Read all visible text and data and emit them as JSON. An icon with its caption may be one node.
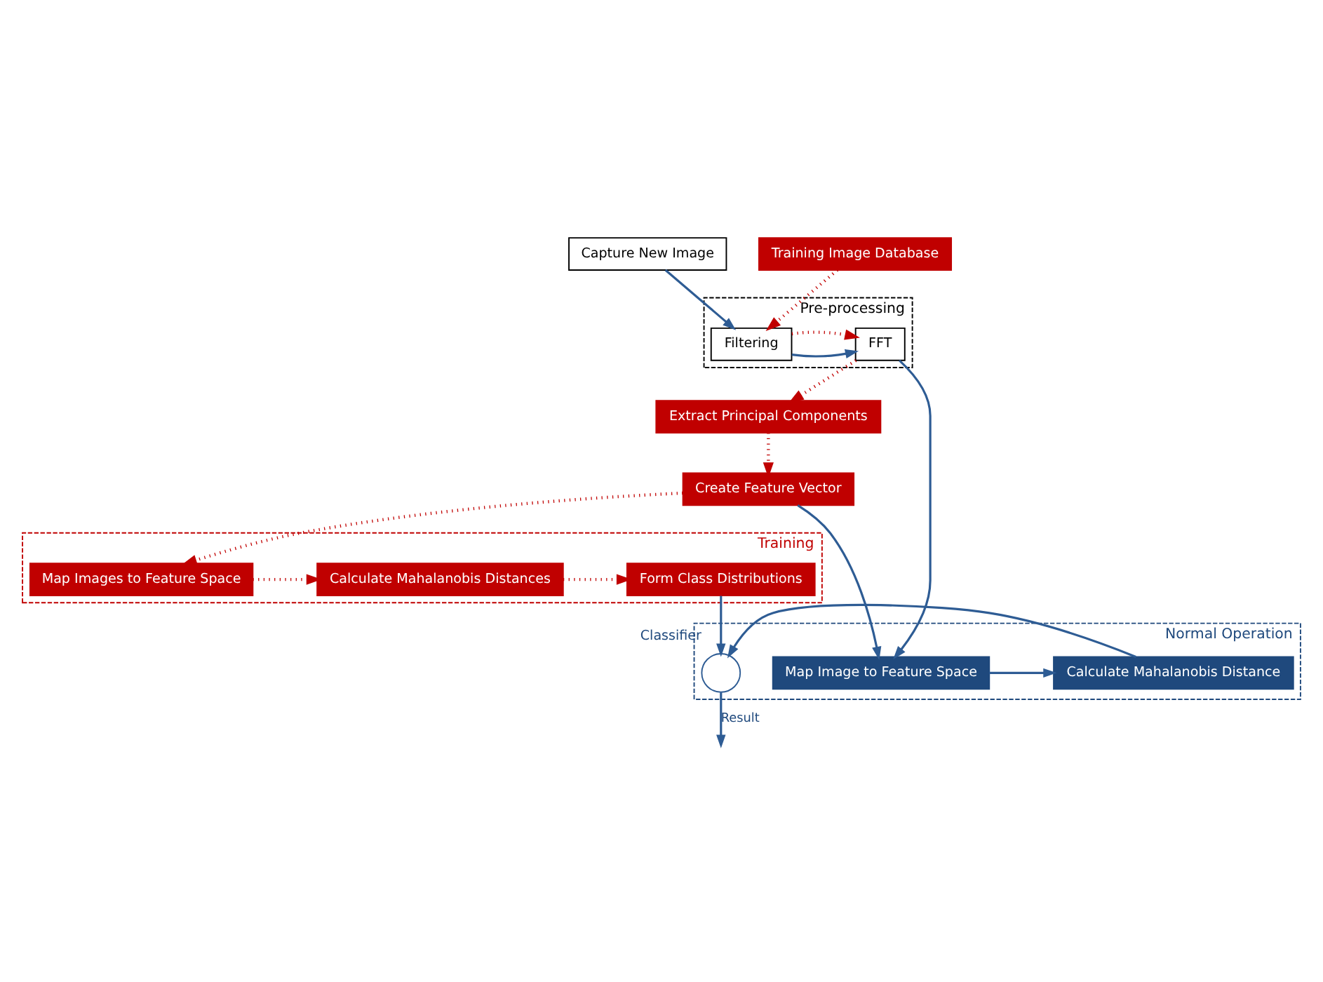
{
  "diagram": {
    "nodes": [
      {
        "text": [
          "Capture New Image"
        ]
      },
      {
        "text": [
          "Pre-processing"
        ]
      },
      {
        "text": [
          "Filtering"
        ],
        "in": 1
      },
      {
        "text": [
          "FFT"
        ],
        "in": 1
      },
      {
        "text": [
          "Training Image Database"
        ]
      },
      {
        "text": [
          "Extract Principal Components"
        ]
      },
      {
        "text": [
          "Training"
        ]
      },
      {
        "text": [
          "Form Class Distributions"
        ],
        "in": 6
      },
      {
        "text": [
          "Calculate Mahalanobis Distances"
        ],
        "in": 6
      },
      {
        "text": [
          "Map Images to Feature Space"
        ],
        "in": 6
      },
      {
        "text": [
          "Create Feature Vector"
        ]
      },
      {
        "text": [
          "Normal Operation"
        ]
      },
      {
        "text": [],
        "shape": "circle",
        "beside": [
          "Classifier"
        ],
        "in": 11
      },
      {
        "text": [
          "Calculate Mahalanobis Distance"
        ],
        "in": 11
      },
      {
        "text": [
          "Map Image to Feature Space"
        ],
        "in": 11
      }
    ],
    "edges": [
      {
        "from": 0,
        "to": 2,
        "arrow": "to"
      },
      {
        "from": 2,
        "to": 3,
        "arrow": "to"
      },
      {
        "from": 3,
        "to": 14,
        "arrow": "to"
      },
      {
        "from": 4,
        "to": 2,
        "arrow": "to",
        "style": "dashed",
        "color": "#c00000"
      },
      {
        "from": 2,
        "to": 3,
        "arrow": "to",
        "style": "dashed",
        "color": "#c00000"
      },
      {
        "from": 3,
        "to": 5,
        "arrow": "to",
        "style": "dashed",
        "color": "#c00000"
      },
      {
        "from": 5,
        "to": 10,
        "arrow": "to",
        "style": "dashed",
        "color": "#c00000"
      },
      {
        "from": 10,
        "to": 9,
        "arrow": "to",
        "style": "dashed",
        "color": "#c00000"
      },
      {
        "from": 9,
        "to": 8,
        "arrow": "to",
        "style": "dashed",
        "color": "#c00000"
      },
      {
        "from": 8,
        "to": 7,
        "arrow": "to",
        "style": "dashed",
        "color": "#c00000"
      },
      {
        "from": 7,
        "to": 12,
        "arrow": "to"
      },
      {
        "from": 10,
        "to": 14,
        "arrow": "to"
      },
      {
        "from": 14,
        "to": 13,
        "arrow": "to"
      },
      {
        "from": 13,
        "to": 12,
        "arrow": "to"
      },
      {
        "from": 12,
        "to": null,
        "arrow": "to",
        "label": "Result"
      }
    ]
  }
}
